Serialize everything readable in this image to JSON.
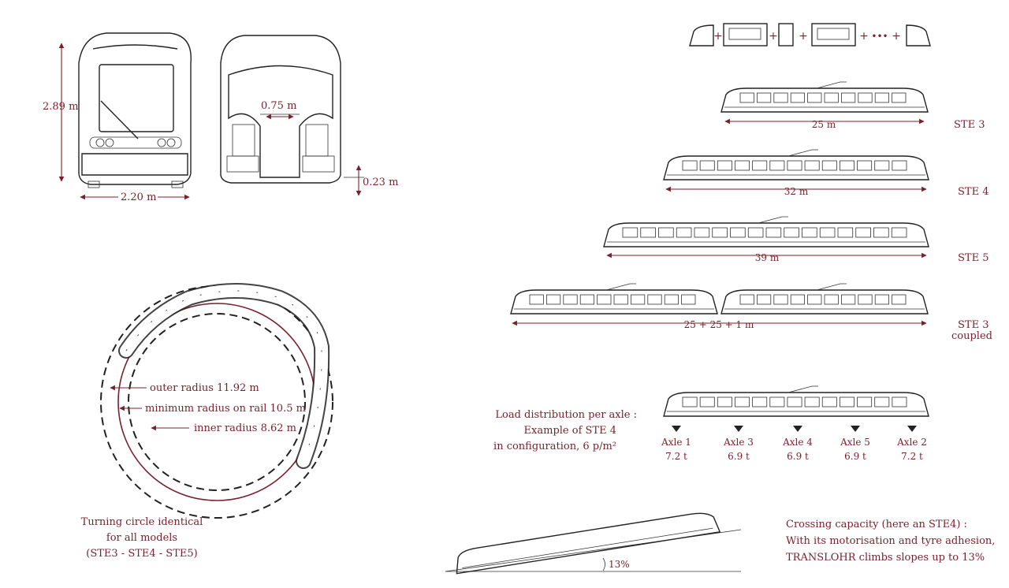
{
  "dimensions": {
    "height": "2.89 m",
    "width": "2.20 m",
    "aisle": "0.75 m",
    "floor": "0.23 m"
  },
  "turning": {
    "outer": "outer radius 11.92 m",
    "min_rail": "minimum radius on rail 10.5 m",
    "inner": "inner radius 8.62 m",
    "caption": [
      "Turning circle identical",
      "for all models",
      "(STE3 - STE4 - STE5)"
    ]
  },
  "trams": [
    {
      "model": "STE 3",
      "length": "25 m"
    },
    {
      "model": "STE 4",
      "length": "32 m"
    },
    {
      "model": "STE 5",
      "length": "39 m"
    },
    {
      "model": "STE 3",
      "model2": "coupled",
      "length": "25 + 25 + 1 m"
    }
  ],
  "modular": {
    "ellipsis": "•••",
    "plus": "+"
  },
  "load": {
    "title": [
      "Load distribution per axle :",
      "Example of STE 4",
      "in configuration, 6 p/m²"
    ],
    "axles": [
      {
        "name": "Axle 1",
        "weight": "7.2 t"
      },
      {
        "name": "Axle 3",
        "weight": "6.9 t"
      },
      {
        "name": "Axle 4",
        "weight": "6.9 t"
      },
      {
        "name": "Axle 5",
        "weight": "6.9 t"
      },
      {
        "name": "Axle 2",
        "weight": "7.2 t"
      }
    ]
  },
  "slope": {
    "label": "13%",
    "caption": [
      "Crossing capacity (here an STE4) :",
      "With its motorisation and tyre adhesion,",
      "TRANSLOHR climbs slopes up to 13%"
    ]
  },
  "colors": {
    "accent": "#7a1f2b",
    "ink": "#222222"
  }
}
